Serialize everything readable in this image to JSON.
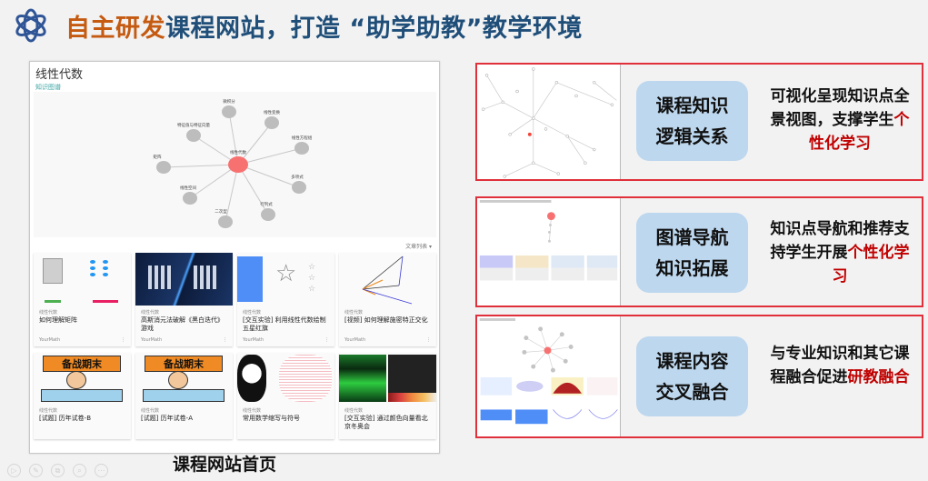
{
  "slide": {
    "title_accent": "自主研发",
    "title_main": "课程网站，打造 “助学助教”教学环境",
    "logo_icon": "atom-orbit-icon",
    "caption": "课程网站首页",
    "toolbar": [
      {
        "icon": "play-icon",
        "glyph": "▷"
      },
      {
        "icon": "pen-icon",
        "glyph": "✎"
      },
      {
        "icon": "copy-icon",
        "glyph": "⧉"
      },
      {
        "icon": "zoom-icon",
        "glyph": "⌕"
      },
      {
        "icon": "more-icon",
        "glyph": "⋯"
      }
    ]
  },
  "website": {
    "course_title": "线性代数",
    "subtitle": "知识图谱",
    "graph": {
      "center": "线性代数",
      "center_color": "#f87171",
      "node_color": "#bdbdbd",
      "nodes": [
        "微积分",
        "线性变换",
        "特征值与特征向量",
        "线性方程组",
        "矩阵",
        "多项式",
        "线性空间",
        "行列式",
        "二次型"
      ]
    },
    "list_toggle": "文章列表 ▾",
    "cards": [
      {
        "category": "线性代数",
        "title": "如何理解矩阵",
        "author": "YourMath",
        "menu": "⋮"
      },
      {
        "category": "线性代数",
        "title": "高斯消元法破解《黑白迭代》游戏",
        "author": "YourMath",
        "menu": "⋮"
      },
      {
        "category": "线性代数",
        "title": "[交互实验] 利用线性代数绘制五星红旗",
        "author": "YourMath",
        "menu": "⋮"
      },
      {
        "category": "线性代数",
        "title": "[视频] 如何理解施密特正交化",
        "author": "YourMath",
        "menu": "⋮"
      },
      {
        "category": "线性代数",
        "title": "[试题] 历年试卷-B",
        "author": "",
        "menu": ""
      },
      {
        "category": "线性代数",
        "title": "[试题] 历年试卷-A",
        "author": "",
        "menu": ""
      },
      {
        "category": "线性代数",
        "title": "常用数学缩写与符号",
        "author": "",
        "menu": ""
      },
      {
        "category": "线性代数",
        "title": "[交互实验] 通过颜色向量看北京冬奥会",
        "author": "",
        "menu": ""
      }
    ],
    "exam_banner": "备战期末"
  },
  "features": [
    {
      "tag_line1": "课程知识",
      "tag_line2": "逻辑关系",
      "desc_plain": "可视化呈现知识点全景视图，支撑学生",
      "desc_highlight": "个性化学习",
      "desc_tail": ""
    },
    {
      "tag_line1": "图谱导航",
      "tag_line2": "知识拓展",
      "desc_plain": "知识点导航和推荐支持学生开展",
      "desc_highlight": "个性化学习",
      "desc_tail": ""
    },
    {
      "tag_line1": "课程内容",
      "tag_line2": "交叉融合",
      "desc_plain": "与专业知识和其它课程融合促进",
      "desc_highlight": "研教融合",
      "desc_tail": ""
    }
  ],
  "colors": {
    "accent_orange": "#c55a11",
    "title_blue": "#1f4e79",
    "panel_border": "#e0303c",
    "tag_bg": "#bdd7ee",
    "highlight_red": "#c00000"
  }
}
